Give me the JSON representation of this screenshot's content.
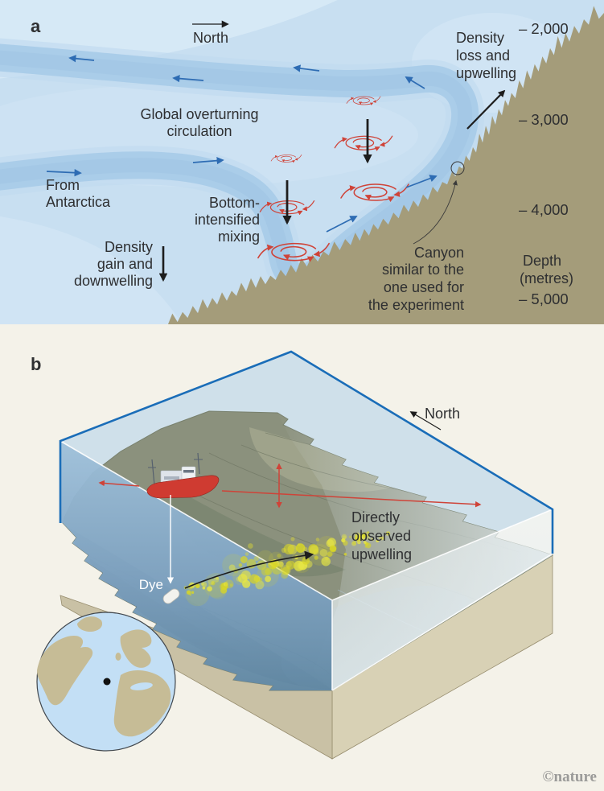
{
  "panel_a": {
    "label": "a",
    "north": "North",
    "global_overturning": [
      "Global overturning",
      "circulation"
    ],
    "from_antarctica": [
      "From",
      "Antarctica"
    ],
    "bottom_mixing": [
      "Bottom-",
      "intensified",
      "mixing"
    ],
    "density_gain": [
      "Density",
      "gain and",
      "downwelling"
    ],
    "density_loss": [
      "Density",
      "loss and",
      "upwelling"
    ],
    "canyon_note": [
      "Canyon",
      "similar to the",
      "one used for",
      "the experiment"
    ],
    "depth": {
      "title": [
        "Depth",
        "(metres)"
      ],
      "ticks": [
        "– 2,000",
        "– 3,000",
        "– 4,000",
        "– 5,000"
      ]
    }
  },
  "panel_b": {
    "label": "b",
    "north": "North",
    "dye": "Dye",
    "upwelling": [
      "Directly",
      "observed",
      "upwelling"
    ]
  },
  "credit": "©nature",
  "colors": {
    "sea_bg": "#c8dff1",
    "sea_band_light": "#d9ebf8",
    "ribbon_halo": "#c0daf0",
    "ribbon_core": "#a9cbe8",
    "seafloor_tan": "#a49c7a",
    "eddy_red": "#cf4338",
    "flow_blue": "#2e6cb3",
    "ink": "#2e2f31",
    "panel_b_bg": "#f4f2e9",
    "surface_blue": "#cfe0ea",
    "surface_border": "#1a6db8",
    "terrain_olive": "#8b917d",
    "canyon_dark": "#2e3a35",
    "block_beige": "#d8d1b5",
    "block_beige_dark": "#c9c1a5",
    "dye_yellow": "#d8d626",
    "ship_red": "#cf3b31",
    "globe_ocean": "#c3dff5",
    "globe_land": "#c6bc96",
    "credit_grey": "#9b9b99"
  }
}
